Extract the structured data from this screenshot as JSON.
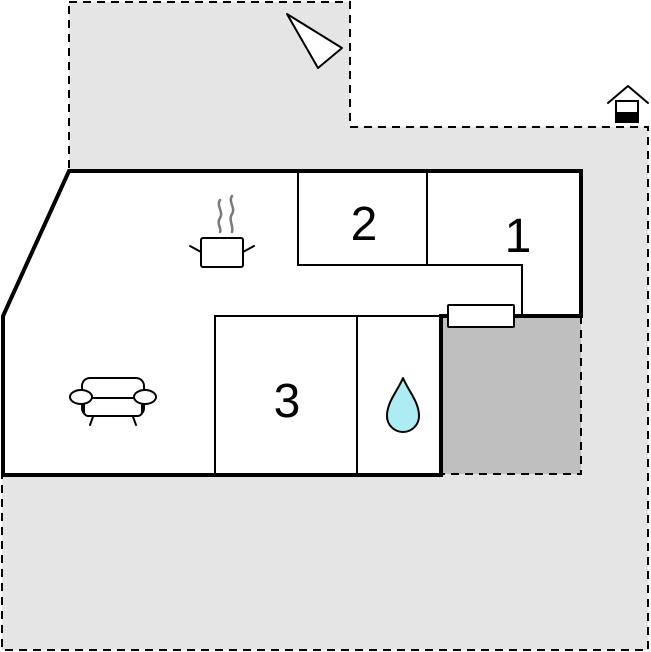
{
  "rooms": {
    "room_1": {
      "label": "1"
    },
    "room_2": {
      "label": "2"
    },
    "room_3": {
      "label": "3"
    }
  },
  "icons": {
    "north_arrow": "north-arrow-icon",
    "house_entrance": "house-icon",
    "kitchen": "cooking-pot-icon",
    "living_room": "sofa-icon",
    "bathroom": "water-drop-icon",
    "window": "window-icon"
  },
  "colors": {
    "terrace_fill": "#e5e5e5",
    "covered_terrace_fill": "#bfbfbf",
    "interior_fill": "#ffffff",
    "water_drop_fill": "#aeecf4",
    "wall": "#000000"
  }
}
